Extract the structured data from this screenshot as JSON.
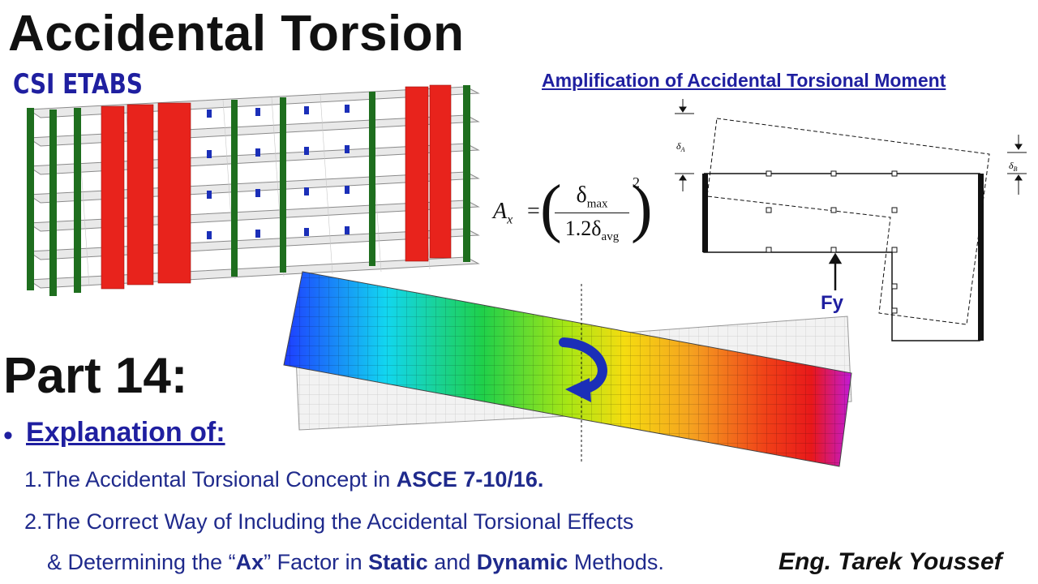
{
  "title": "Accidental Torsion",
  "subtitle": "CSI ETABS",
  "amplification_heading": "Amplification of Accidental Torsional Moment",
  "formula": {
    "lhs": "A",
    "lhs_sub": "x",
    "numerator": "δ",
    "numerator_sub": "max",
    "denominator_coef": "1.2δ",
    "denominator_sub": "avg",
    "exponent": "2"
  },
  "diagram": {
    "delta_a": "δ",
    "delta_a_sub": "A",
    "delta_b": "δ",
    "delta_b_sub": "B",
    "force_label": "Fy"
  },
  "part_label": "Part 14:",
  "bullet": "•",
  "explanation_heading": "Explanation of:",
  "items": [
    {
      "num": "1.",
      "text": "The Accidental Torsional Concept in ",
      "bold": "ASCE 7-10/16."
    },
    {
      "num": "2.",
      "text": "The Correct Way of Including the Accidental Torsional Effects"
    }
  ],
  "item2_cont": {
    "t1": "& Determining the “",
    "b1": "Ax",
    "t2": "” Factor in ",
    "b2": "Static",
    "t3": " and ",
    "b3": "Dynamic",
    "t4": " Methods."
  },
  "author": "Eng. Tarek Youssef",
  "colors": {
    "heading_blue": "#1f1fa0",
    "shear_wall_red": "#e8231c",
    "column_green": "#1e6e1e",
    "beam_blue": "#1b2fb8"
  }
}
